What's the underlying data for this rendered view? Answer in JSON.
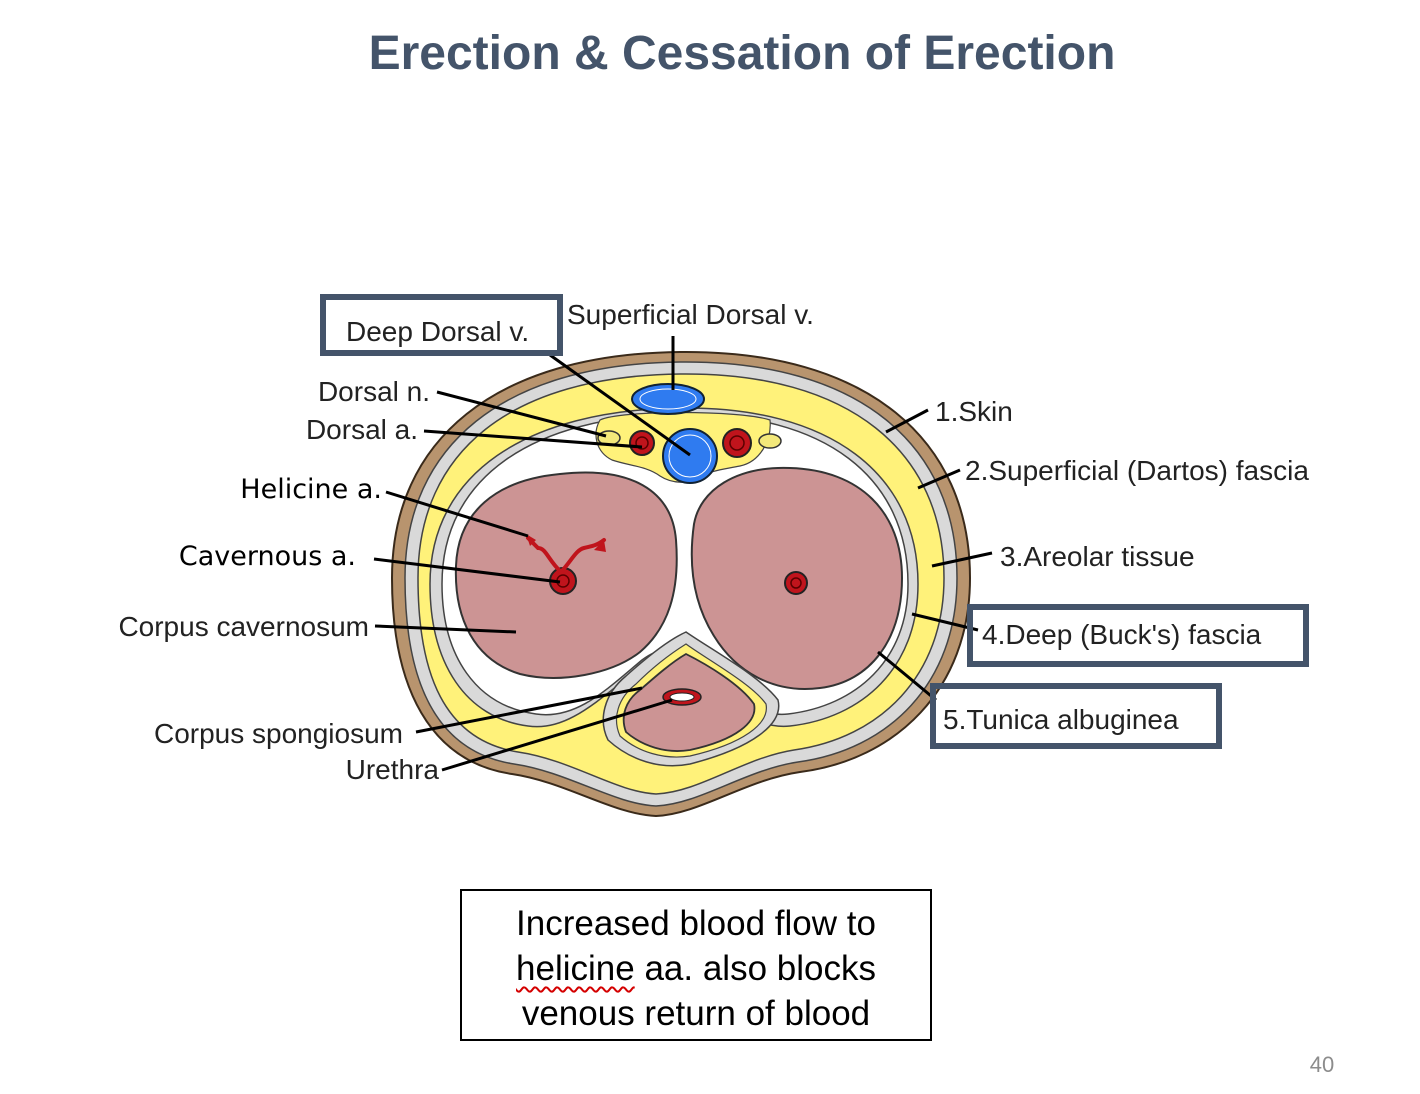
{
  "title": "Erection & Cessation of Erection",
  "labels": {
    "deep_dorsal_v": "Deep Dorsal v.",
    "superficial_dorsal_v": "Superficial Dorsal v.",
    "dorsal_n": "Dorsal n.",
    "dorsal_a": "Dorsal a.",
    "helicine_a": "Helicine a.",
    "cavernous_a": "Cavernous a.",
    "corpus_cavernosum": "Corpus cavernosum",
    "corpus_spongiosum": "Corpus spongiosum",
    "urethra": "Urethra",
    "skin": "1.Skin",
    "superficial_fascia": "2.Superficial (Dartos) fascia",
    "areolar_tissue": "3.Areolar tissue",
    "deep_fascia": "4.Deep (Buck's) fascia",
    "tunica_albuginea": "5.Tunica albuginea"
  },
  "note": {
    "line1": "Increased blood flow to",
    "line2_word": "helicine",
    "line2_rest": " aa. also blocks",
    "line3": "venous return of blood"
  },
  "page_number": "40",
  "colors": {
    "title": "#44546A",
    "highlight_box": "#44546A",
    "skin": "#B8946E",
    "fascia_yellow": "#FFF27A",
    "fascia_gray": "#D9D9D9",
    "corpus": "#CC9494",
    "artery": "#C0141C",
    "vein": "#2F7BF0"
  }
}
